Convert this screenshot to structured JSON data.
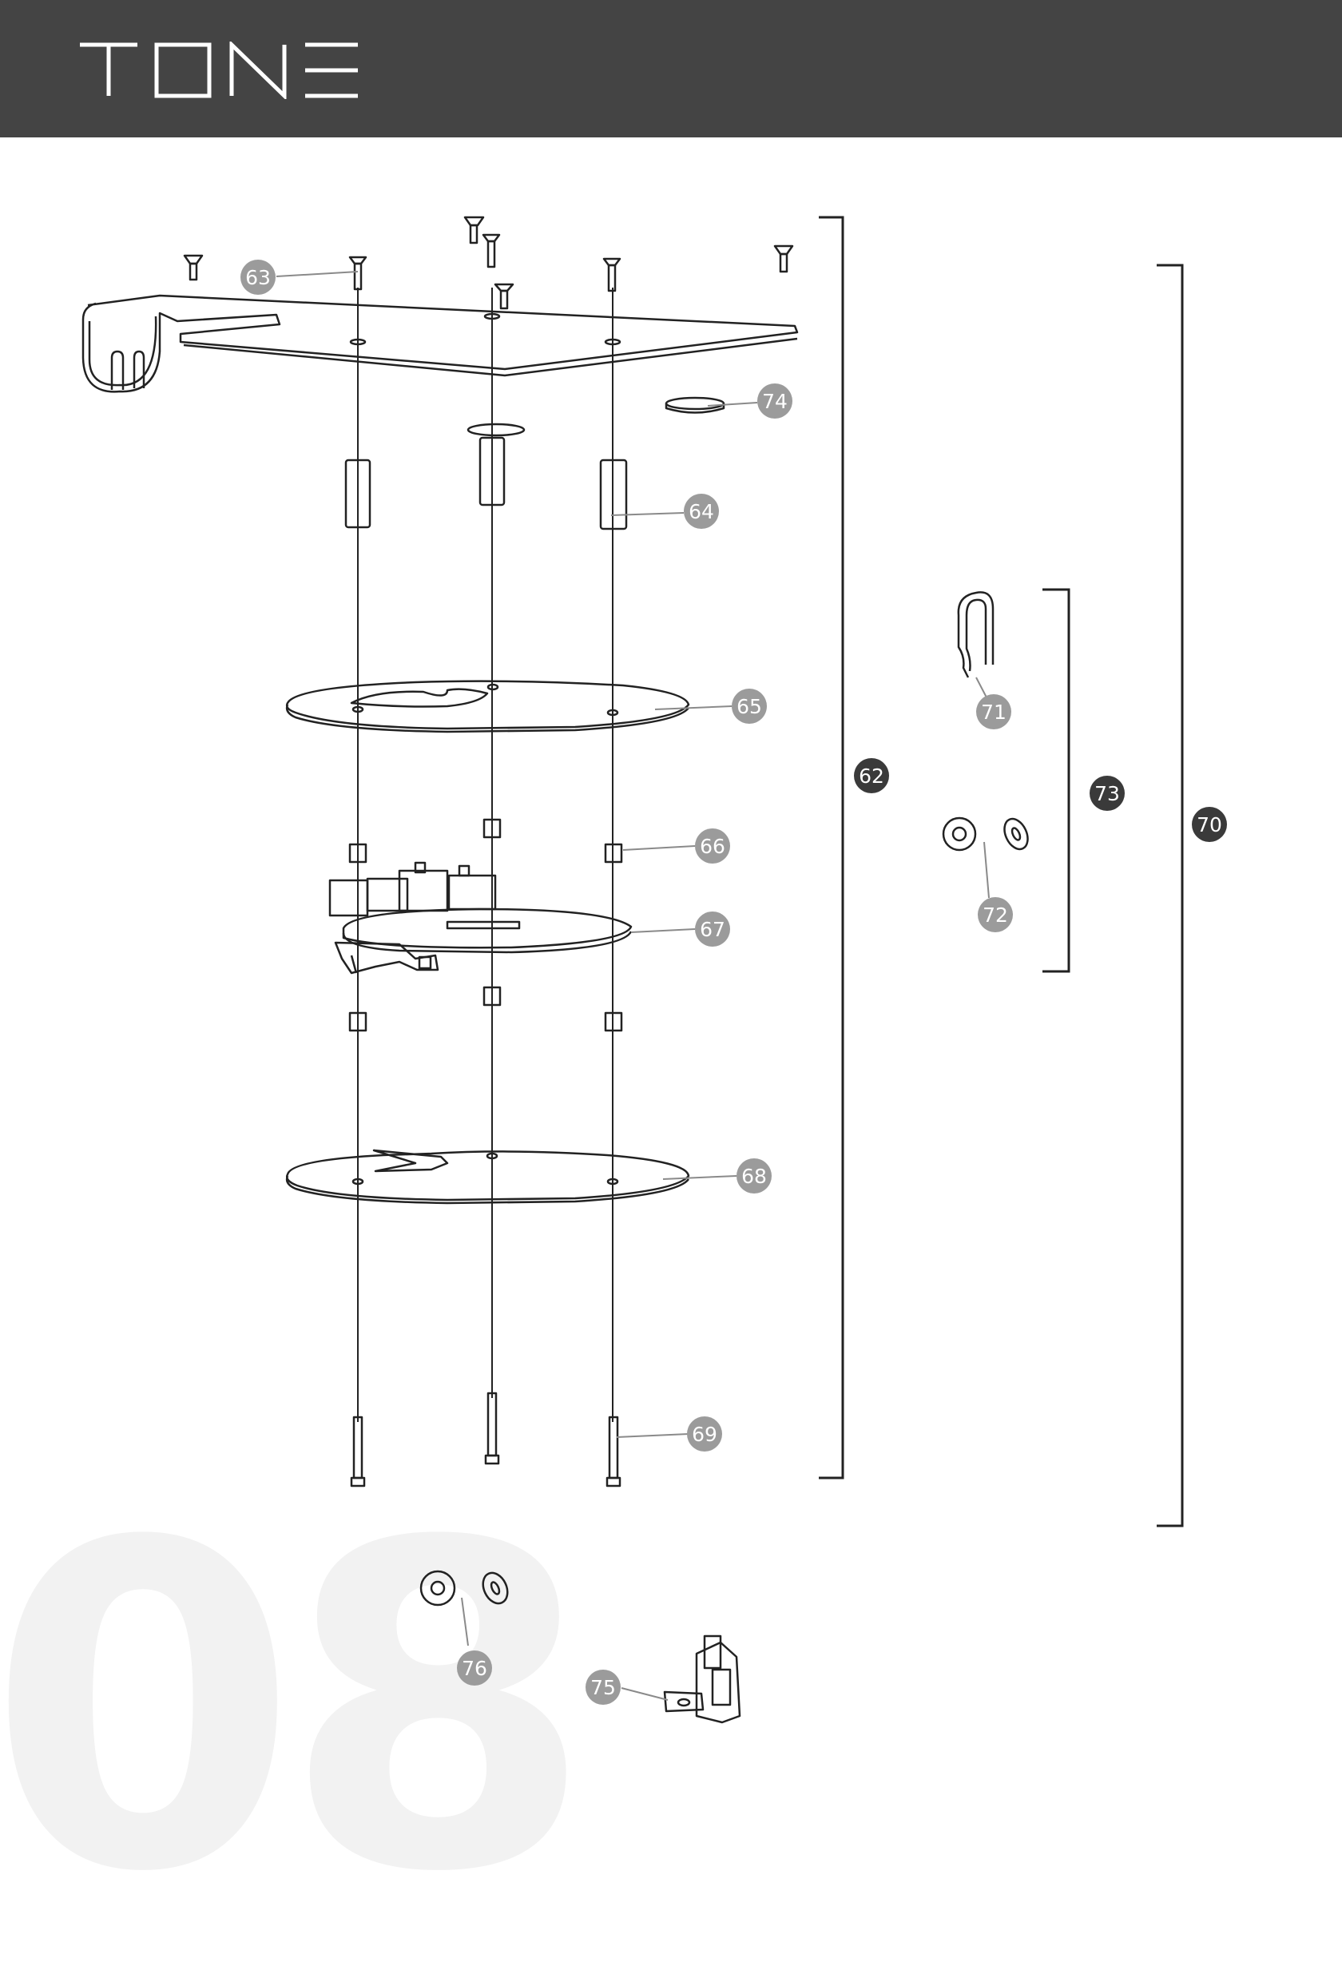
{
  "brand": {
    "name": "TONE"
  },
  "page": {
    "number": "08"
  },
  "colors": {
    "header": "#444444",
    "callout_part": "#9b9b9b",
    "callout_assembly": "#3a3a3a",
    "watermark": "#f2f2f2"
  },
  "callouts": [
    {
      "id": "63",
      "kind": "part"
    },
    {
      "id": "74",
      "kind": "part"
    },
    {
      "id": "64",
      "kind": "part"
    },
    {
      "id": "65",
      "kind": "part"
    },
    {
      "id": "66",
      "kind": "part"
    },
    {
      "id": "67",
      "kind": "part"
    },
    {
      "id": "68",
      "kind": "part"
    },
    {
      "id": "69",
      "kind": "part"
    },
    {
      "id": "71",
      "kind": "part"
    },
    {
      "id": "72",
      "kind": "part"
    },
    {
      "id": "76",
      "kind": "part"
    },
    {
      "id": "75",
      "kind": "part"
    },
    {
      "id": "62",
      "kind": "assembly"
    },
    {
      "id": "73",
      "kind": "assembly"
    },
    {
      "id": "70",
      "kind": "assembly"
    }
  ]
}
